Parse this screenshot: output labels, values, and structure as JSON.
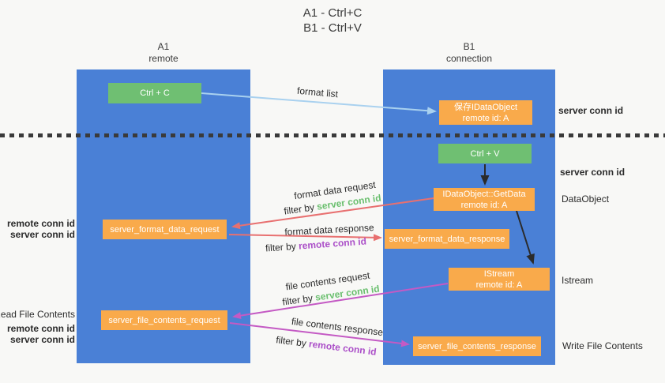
{
  "title": {
    "line1": "A1 - Ctrl+C",
    "line2": "B1 - Ctrl+V"
  },
  "lifelines": [
    {
      "name": "A1",
      "role": "remote"
    },
    {
      "name": "B1",
      "role": "connection"
    }
  ],
  "nodes": {
    "ctrl_c": "Ctrl + C",
    "save_idataobject": {
      "line1": "保存IDataObject",
      "line2": "remote id: A"
    },
    "ctrl_v": "Ctrl + V",
    "getdata": {
      "line1": "IDataObject::GetData",
      "line2": "remote id: A"
    },
    "format_request": "server_format_data_request",
    "format_response": "server_format_data_response",
    "istream": {
      "line1": "IStream",
      "line2": "remote id: A"
    },
    "file_request": "server_file_contents_request",
    "file_response": "server_file_contents_response"
  },
  "mid_labels": {
    "format_list": "format list",
    "format_data_request": "format data request",
    "filter_by_1": "filter by ",
    "server_conn_id_1": "server conn id",
    "format_data_response": "format data response",
    "filter_by_2": "filter by ",
    "remote_conn_id_1": "remote conn id",
    "file_contents_request": "file contents request",
    "filter_by_3": "filter by ",
    "server_conn_id_2": "server conn id",
    "file_contents_response": "file contents response",
    "filter_by_4": "filter by ",
    "remote_conn_id_2": "remote conn id"
  },
  "left_labels": {
    "remote_conn_id_1": "remote conn id",
    "server_conn_id_1": "server conn id",
    "read_file_contents": "Read File Contents",
    "remote_conn_id_2": "remote conn id",
    "server_conn_id_2": "server conn id"
  },
  "right_labels": {
    "server_conn_id_top": "server conn id",
    "server_conn_id_mid": "server conn id",
    "dataobject": "DataObject",
    "istream": "Istream",
    "write_file_contents": "Write File Contents"
  },
  "colors": {
    "bg": "#f8f8f6",
    "lifeline_blue": "#4a80d6",
    "box_green": "#6fbf72",
    "box_orange": "#f9aa4b",
    "text_green": "#6abf6e",
    "text_purple": "#ab4fc8",
    "arrow_salmon": "#e87070",
    "arrow_magenta": "#c45ac4",
    "arrow_lightblue": "#a9d1ef",
    "ink": "#2b2b2b"
  }
}
